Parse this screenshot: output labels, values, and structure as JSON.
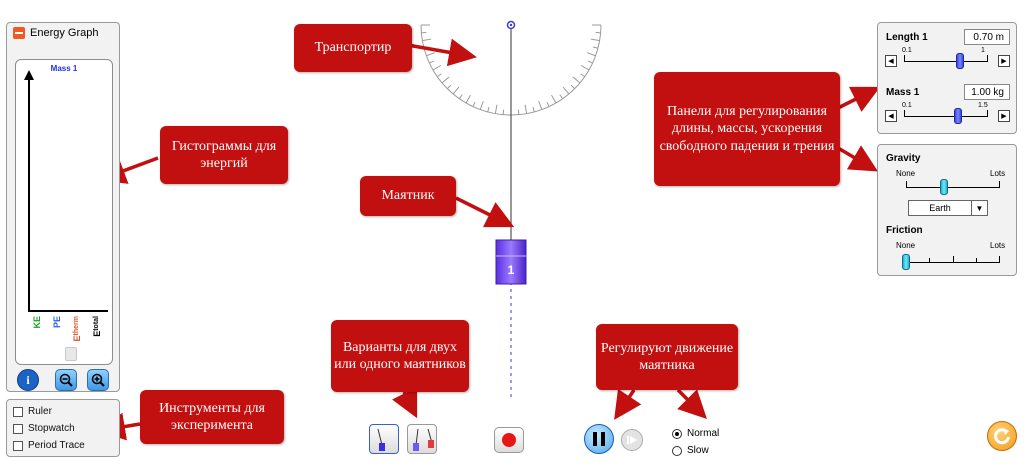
{
  "energy_panel": {
    "title": "Energy Graph",
    "mass_label": "Mass 1",
    "bars": [
      {
        "label": "KE",
        "color": "#1aa321"
      },
      {
        "label": "PE",
        "color": "#2a60e6"
      },
      {
        "label": "Etherm",
        "color": "#e0562b"
      },
      {
        "label": "Etotal",
        "color": "#000000"
      }
    ],
    "icons": [
      "info-icon",
      "zoom-out-icon",
      "zoom-in-icon",
      "clear-icon"
    ]
  },
  "tools": {
    "items": [
      "Ruler",
      "Stopwatch",
      "Period Trace"
    ]
  },
  "length_panel": {
    "label": "Length 1",
    "value": "0.70 m",
    "min": "0.1",
    "max": "1",
    "level": 0.67
  },
  "mass_panel": {
    "label": "Mass 1",
    "value": "1.00 kg",
    "min": "0.1",
    "max": "1.5",
    "level": 0.64
  },
  "gravity_panel": {
    "label": "Gravity",
    "min_label": "None",
    "max_label": "Lots",
    "level": 0.4,
    "planet": "Earth"
  },
  "friction_panel": {
    "label": "Friction",
    "min_label": "None",
    "max_label": "Lots",
    "level": 0.0
  },
  "pendulum": {
    "bob_label": "1",
    "bob_color": "#6b3cf5"
  },
  "playback": {
    "speed_options": [
      "Normal",
      "Slow"
    ],
    "selected_speed": "Normal"
  },
  "callouts": {
    "protractor": "Транспортир",
    "histograms": "Гистограммы для энергий",
    "pendulum": "Маятник",
    "panels": "Панели для регулирования длины, массы, ускорения свободного падения и трения",
    "variants": "Варианты для двух или одного маятников",
    "controls": "Регулируют движение маятника",
    "tools": "Инструменты для эксперимента"
  },
  "colors": {
    "callout": "#c20f0f",
    "accent_blue": "#3f98e6",
    "reset_orange": "#f39b19"
  }
}
